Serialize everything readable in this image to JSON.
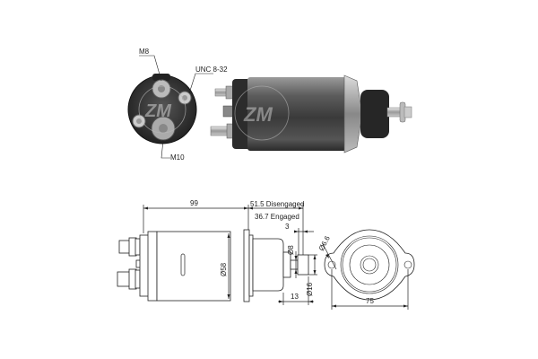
{
  "photo_end_view": {
    "labels": {
      "top_terminal": "M8",
      "side_terminal": "UNC 8-32",
      "bottom_terminal": "M10"
    },
    "watermark": "ZM"
  },
  "photo_side_view": {
    "watermark": "ZM"
  },
  "drawing_side": {
    "dimensions": {
      "body_length": "99",
      "disengaged": "51.5 Disengaged",
      "engaged": "36.7 Engaged",
      "plunger_gap": "3",
      "body_diameter": "Ø58",
      "plunger_diameter": "Ø8",
      "head_diameter": "Ø16",
      "head_length": "13"
    }
  },
  "drawing_flange": {
    "dimensions": {
      "hole_diameter": "Ø6.6",
      "hole_spacing": "75"
    }
  },
  "colors": {
    "line": "#222222",
    "photo_dark": "#3a3a3a",
    "photo_mid": "#7a7a7a",
    "photo_light": "#c8c8c8"
  }
}
